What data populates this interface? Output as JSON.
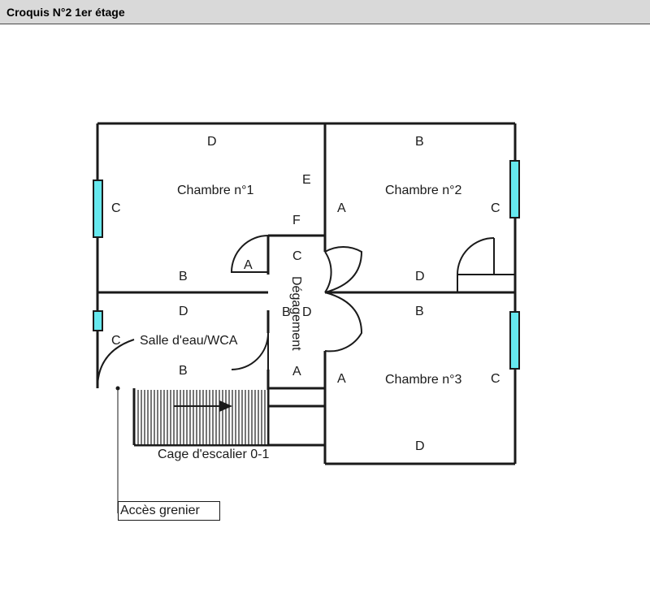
{
  "header": {
    "title": "Croquis N°2 1er étage"
  },
  "rooms": {
    "chambre1": {
      "name": "Chambre n°1",
      "walls": {
        "top": "D",
        "left": "C",
        "bottom": "B",
        "right_upper": "E",
        "right_lower": "F",
        "door": "A"
      }
    },
    "chambre2": {
      "name": "Chambre n°2",
      "walls": {
        "top": "B",
        "left": "A",
        "right": "C",
        "bottom": "D"
      }
    },
    "chambre3": {
      "name": "Chambre n°3",
      "walls": {
        "top": "B",
        "left": "A",
        "right": "C",
        "bottom": "D"
      }
    },
    "salle": {
      "name": "Salle d'eau/WCA",
      "walls": {
        "top": "D",
        "left": "C",
        "bottom": "B"
      }
    },
    "degagement": {
      "name": "Dégagement",
      "walls": {
        "top": "C",
        "left": "B",
        "right": "D",
        "bottom": "A"
      }
    },
    "escalier": {
      "name": "Cage d'escalier 0-1"
    }
  },
  "annotations": {
    "acces_grenier": "Accès grenier"
  },
  "colors": {
    "window": "#66e8ee",
    "wall": "#1a1a1a",
    "header_bg": "#d9d9d9"
  }
}
